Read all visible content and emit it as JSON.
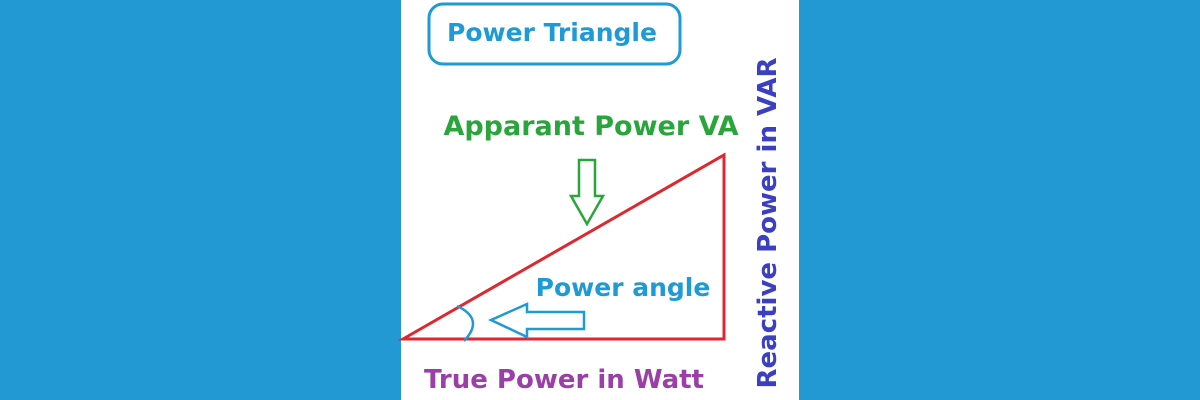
{
  "title": "Power Triangle",
  "labels": {
    "hypotenuse": "Apparant Power VA",
    "angle": "Power angle",
    "base": "True Power in Watt",
    "vertical": "Reactive Power in VAR"
  },
  "colors": {
    "background": "#2399d3",
    "panel": "#ffffff",
    "title": "#1e9ad6",
    "triangle": "#e0262e",
    "apparent": "#2aa53b",
    "angle": "#1e9ad6",
    "true_power": "#9b3fa8",
    "reactive": "#3b3fc2"
  }
}
